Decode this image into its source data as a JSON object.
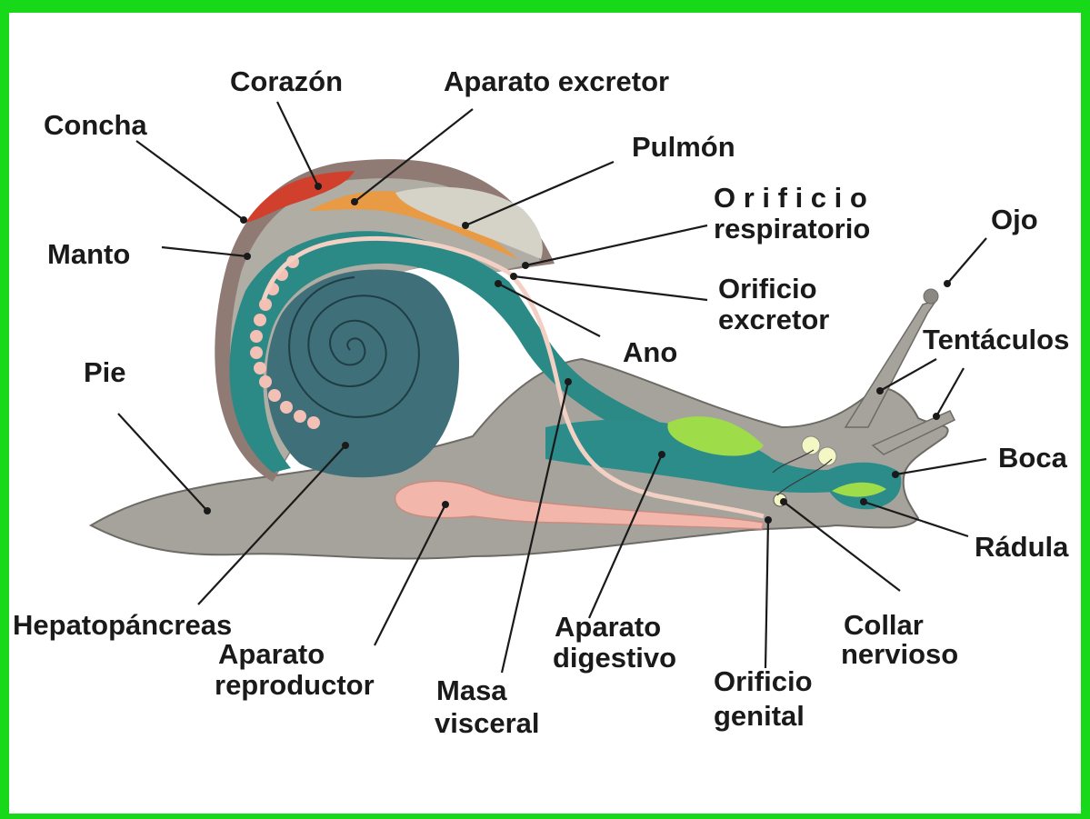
{
  "colors": {
    "frame": "#18d81a",
    "body": "#a5a39b",
    "shell_outer": "#8f7a74",
    "heart": "#d0402c",
    "excretory": "#e99a44",
    "lung": "#d5d2c8",
    "hepatopancreas": "#3f6f78",
    "mantle_band": "#2b8a86",
    "digestive": "#2c8c8a",
    "reproductive": "#f2b6aa",
    "salivary": "#9fdc4a",
    "eye": "#f4f6c4"
  },
  "labels": {
    "concha": "Concha",
    "corazon": "Corazón",
    "aparato_excretor": "Aparato excretor",
    "pulmon": "Pulmón",
    "orificio_respiratorio_1": "O r i f i c i o",
    "orificio_respiratorio_2": "respiratorio",
    "ojo": "Ojo",
    "manto": "Manto",
    "orificio_excretor_1": "Orificio",
    "orificio_excretor_2": "excretor",
    "tentaculos": "Tentáculos",
    "ano": "Ano",
    "pie": "Pie",
    "boca": "Boca",
    "radula": "Rádula",
    "hepatopancreas": "Hepatopáncreas",
    "aparato_reproductor_1": "Aparato",
    "aparato_reproductor_2": "reproductor",
    "masa_visceral_1": "Masa",
    "masa_visceral_2": "visceral",
    "aparato_digestivo_1": "Aparato",
    "aparato_digestivo_2": "digestivo",
    "orificio_genital_1": "Orificio",
    "orificio_genital_2": "genital",
    "collar_nervioso_1": "Collar",
    "collar_nervioso_2": "nervioso"
  }
}
